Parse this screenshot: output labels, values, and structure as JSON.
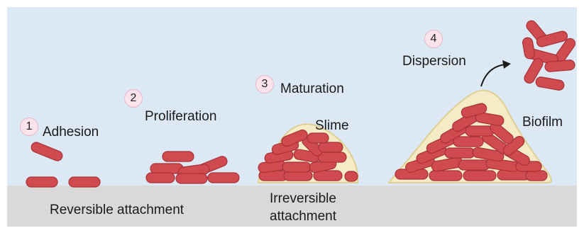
{
  "stages": [
    {
      "number": "1",
      "label": "Adhesion"
    },
    {
      "number": "2",
      "label": "Proliferation"
    },
    {
      "number": "3",
      "label": "Maturation"
    },
    {
      "number": "4",
      "label": "Dispersion"
    }
  ],
  "labels": {
    "slime": "Slime",
    "biofilm": "Biofilm",
    "reversible": "Reversible attachment",
    "irreversible_line1": "Irreversible",
    "irreversible_line2": "attachment"
  },
  "colors": {
    "background": "#dde8f5",
    "surface": "#d9d9d9",
    "bacterium": "#cf4b4f",
    "bacterium_outline": "#a83236",
    "slime": "#f5ebc6",
    "slime_outline": "#e0cf92",
    "badge": "#fbe3ec"
  },
  "icons": [
    "bacterium-rod-icon",
    "arrow-icon"
  ]
}
